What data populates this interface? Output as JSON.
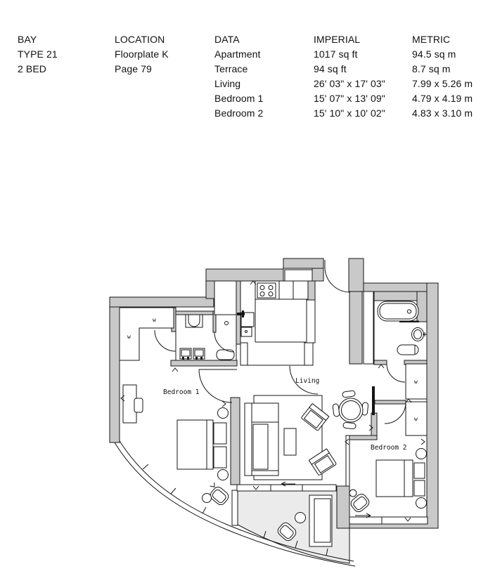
{
  "table": {
    "columns": [
      {
        "header": "BAY",
        "rows": [
          "TYPE 21",
          "2 BED"
        ]
      },
      {
        "header": "LOCATION",
        "rows": [
          "Floorplate K",
          "Page 79"
        ]
      },
      {
        "header": "DATA",
        "rows": [
          "Apartment",
          "Terrace",
          "Living",
          "Bedroom 1",
          "Bedroom 2"
        ]
      },
      {
        "header": "IMPERIAL",
        "rows": [
          "1017 sq ft",
          "94 sq ft",
          "26' 03\" x 17' 03\"",
          "15' 07\" x 13' 09\"",
          "15' 10\" x 10' 02\""
        ]
      },
      {
        "header": "METRIC",
        "rows": [
          "94.5 sq m",
          "8.7 sq m",
          "7.99 x 5.26 m",
          "4.79 x 4.19 m",
          "4.83 x 3.10 m"
        ]
      }
    ]
  },
  "plan": {
    "labels": {
      "bedroom1": "Bedroom 1",
      "living": "Living",
      "bedroom2": "Bedroom 2",
      "wardrobe": "w"
    },
    "colors": {
      "wall": "#c9c9c9",
      "terrace": "#ebebeb",
      "line": "#161616"
    }
  }
}
